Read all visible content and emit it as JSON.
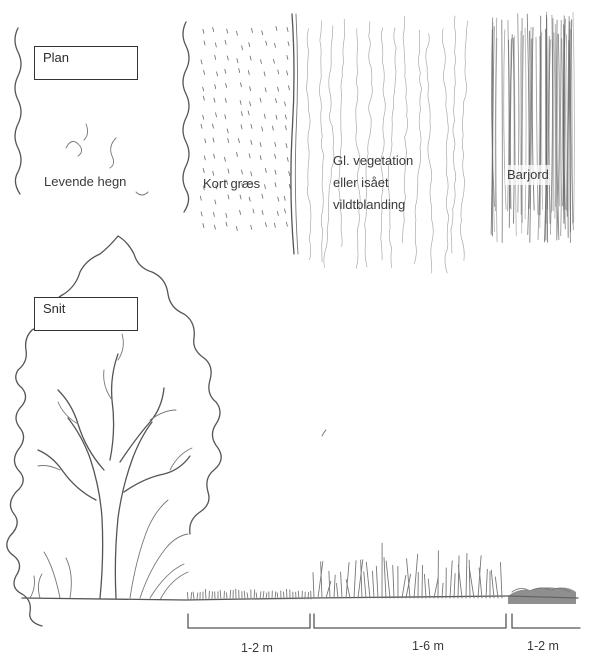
{
  "plan": {
    "heading": "Plan",
    "zones": {
      "hedge": "Levende hegn",
      "short_grass": "Kort græs",
      "vegetation": [
        "Gl. vegetation",
        "eller isået",
        "vildtblanding"
      ],
      "bare_soil": "Barjord"
    }
  },
  "section": {
    "heading": "Snit",
    "widths": {
      "short_grass": "1-2 m",
      "vegetation": "1-6 m",
      "bare_soil": "1-2 m"
    }
  },
  "colors": {
    "ink": "#555555",
    "light_ink": "#aaaaaa",
    "soil": "#6a6a6a"
  }
}
